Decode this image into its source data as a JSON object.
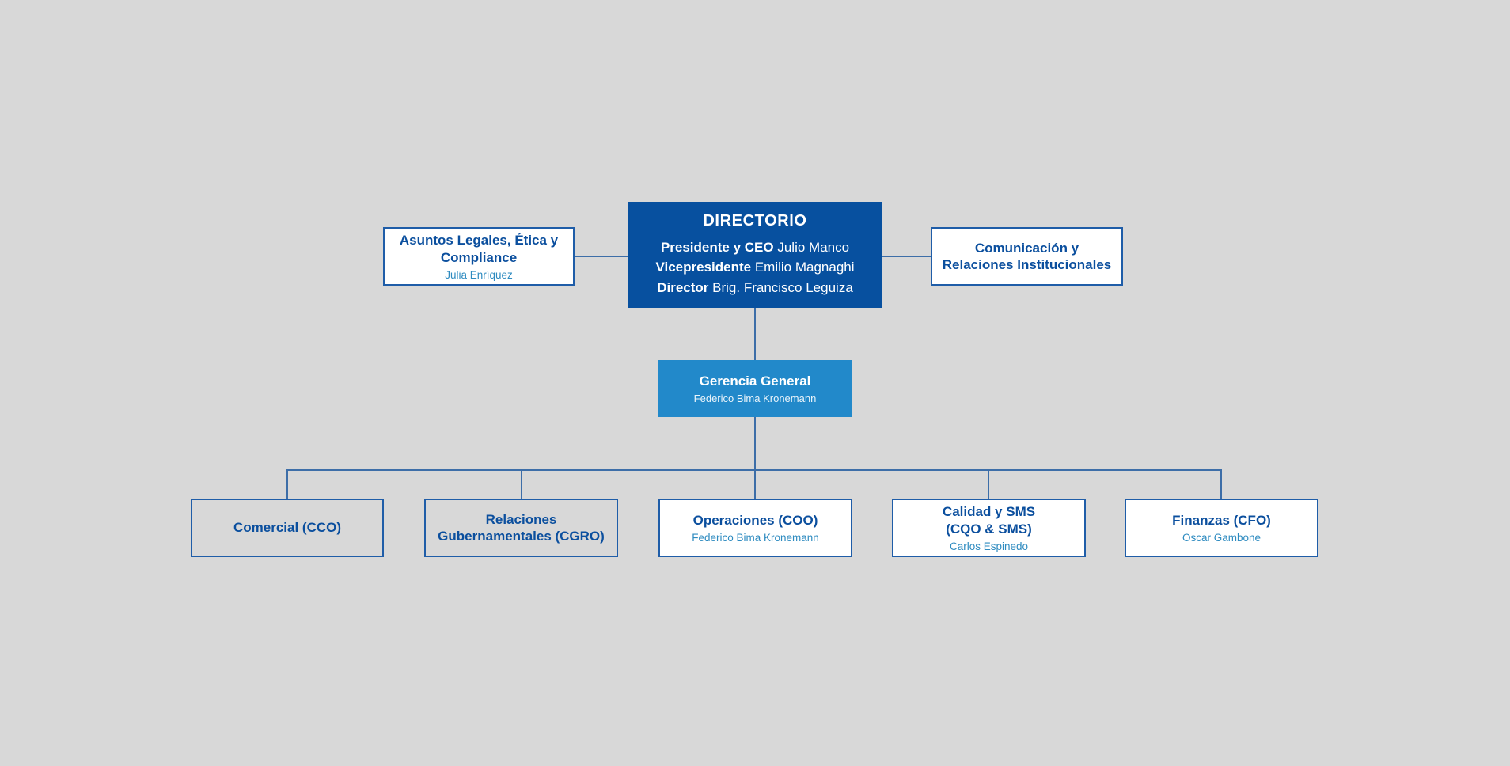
{
  "colors": {
    "background": "#d8d8d8",
    "primary_dark": "#07509f",
    "primary_mid": "#2289ca",
    "border": "#1f5da8",
    "title_text": "#0b4f9e",
    "name_text": "#2e8bc0",
    "connector": "#3d6ea8"
  },
  "nodes": {
    "directorio": {
      "title": "DIRECTORIO",
      "members": [
        {
          "role": "Presidente y CEO",
          "name": "Julio Manco"
        },
        {
          "role": "Vicepresidente",
          "name": "Emilio Magnaghi"
        },
        {
          "role": "Director",
          "name": "Brig. Francisco Leguiza"
        }
      ]
    },
    "asuntos_legales": {
      "title": "Asuntos Legales, Ética y\nCompliance",
      "name": "Julia Enríquez"
    },
    "comunicacion": {
      "title": "Comunicación y\nRelaciones Institucionales"
    },
    "gerencia_general": {
      "title": "Gerencia General",
      "name": "Federico Bima Kronemann"
    },
    "departments": [
      {
        "title": "Comercial (CCO)",
        "name": ""
      },
      {
        "title": "Relaciones\nGubernamentales (CGRO)",
        "name": ""
      },
      {
        "title": "Operaciones (COO)",
        "name": "Federico Bima Kronemann"
      },
      {
        "title": "Calidad y SMS\n(CQO & SMS)",
        "name": "Carlos Espinedo"
      },
      {
        "title": "Finanzas (CFO)",
        "name": "Oscar Gambone"
      }
    ]
  }
}
